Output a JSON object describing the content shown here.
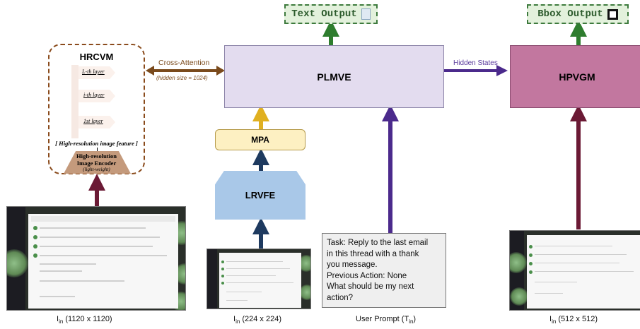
{
  "outputs": {
    "text": {
      "label": "Text Output",
      "icon": "notepad-icon"
    },
    "bbox": {
      "label": "Bbox Output",
      "icon": "square-icon"
    }
  },
  "hrcvm": {
    "title": "HRCVM",
    "layers": [
      "L-th layer",
      "i-th layer",
      "1st layer"
    ],
    "feature": "[ High-resolution image feature ]",
    "encoder": {
      "line1": "High-resolution",
      "line2": "Image Encoder",
      "line3": "(light-weight)"
    }
  },
  "cross_attention": {
    "label": "Cross-Attention",
    "sub": "(hidden size = 1024)"
  },
  "plmve": {
    "label": "PLMVE"
  },
  "hidden_states": {
    "label": "Hidden States"
  },
  "hpvgm": {
    "label": "HPVGM"
  },
  "mpa": {
    "label": "MPA"
  },
  "lrvfe": {
    "label": "LRVFE"
  },
  "task": {
    "lines": [
      "Task: Reply to the last email",
      "in this thread with a thank",
      "you message.",
      "Previous Action: None",
      "What should be my next",
      "action?"
    ]
  },
  "captions": {
    "c1": {
      "base": "I",
      "sub": "in",
      "rest": " (1120 x 1120)"
    },
    "c2": {
      "base": "I",
      "sub": "in",
      "rest": " (224 x 224)"
    },
    "c3": {
      "base": "User Prompt (T",
      "sub": "in",
      "rest": ")"
    },
    "c4": {
      "base": "I",
      "sub": "in",
      "rest": " (512 x 512)"
    }
  },
  "colors": {
    "green_arrow": "#2e7d2e",
    "brown_arrow": "#7a4a1c",
    "purple_arrow": "#4b2a8c",
    "navy_arrow": "#1e3a5f",
    "maroon_arrow": "#6b1a35",
    "yellow_arrow": "#e0b020",
    "plmve_fill": "#e3dcef",
    "hpvgm_fill": "#c2779f",
    "mpa_fill": "#fdf0c2",
    "lrvfe_fill": "#a9c8e8"
  }
}
